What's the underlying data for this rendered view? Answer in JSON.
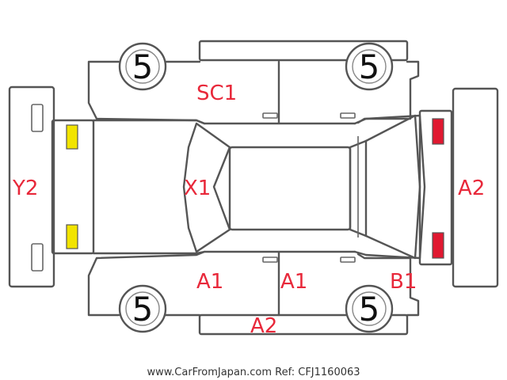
{
  "colors": {
    "outline": "#555555",
    "damage_text": "#e8283a",
    "tire_text": "#111111",
    "front_lamp_fill": "#f2e400",
    "rear_lamp_fill": "#e01830",
    "background": "#ffffff"
  },
  "tires": {
    "front_left": "5",
    "rear_left": "5",
    "front_right": "5",
    "rear_right": "5"
  },
  "damage_codes": {
    "front_bumper": "Y2",
    "hood": "X1",
    "left_side_top": "SC1",
    "right_front_door": "A1",
    "right_rear_door": "A1",
    "right_rear_fender": "B1",
    "right_side_sill": "A2",
    "rear_bumper": "A2"
  },
  "footer": {
    "text": "www.CarFromJapan.com Ref: CFJ1160063"
  }
}
